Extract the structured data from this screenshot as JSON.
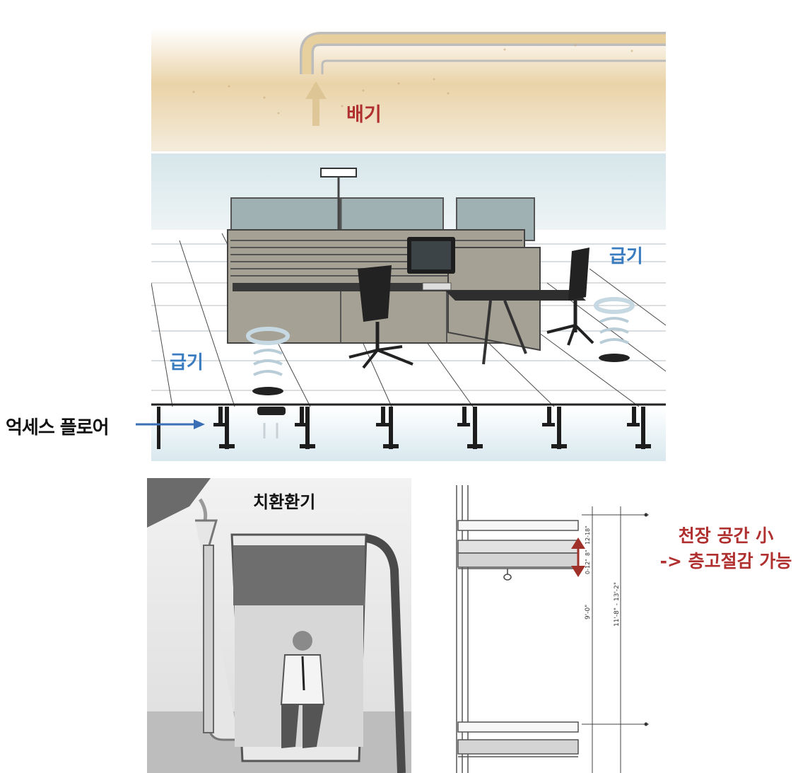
{
  "office_diagram": {
    "exhaust_label": "배기",
    "supply_label_right": "급기",
    "supply_label_left": "급기",
    "access_floor_label": "억세스 플로어"
  },
  "displacement": {
    "title": "치환환기"
  },
  "section_drawing": {
    "annotation_line1": "천장 공간 小",
    "annotation_line2": "-> 층고절감 가능",
    "dimensions": {
      "top1": "12-18\"",
      "top2": "8\"",
      "top3": "0-12\"",
      "height_total": "11'-8\" - 13'-2\"",
      "clear_height": "9'-0\""
    }
  },
  "colors": {
    "red_label": "#b03030",
    "blue_label": "#3a7cc0",
    "ceiling_plenum": "#e9d3ad",
    "room_air": "#dfeaee",
    "arrow_red": "#a0302a"
  }
}
